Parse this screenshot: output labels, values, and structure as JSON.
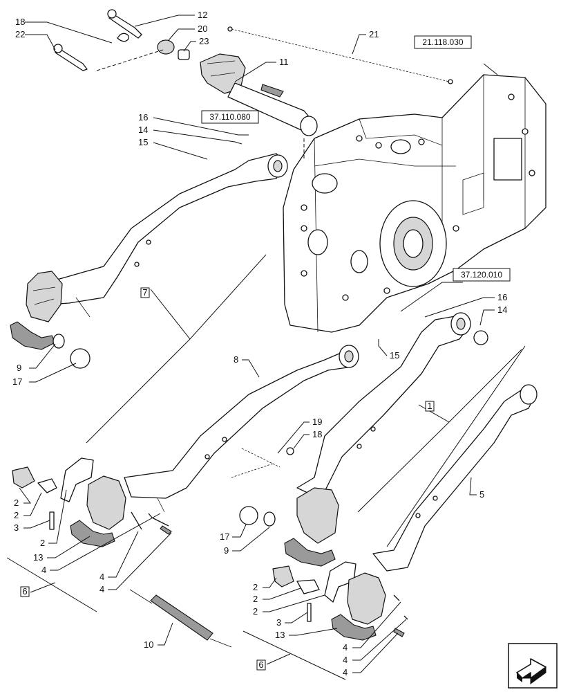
{
  "references": {
    "ref_top_right": "21.118.030",
    "ref_mid": "37.110.080",
    "ref_right": "37.120.010"
  },
  "callouts": {
    "c18_top": "18",
    "c22_top": "22",
    "c12": "12",
    "c20": "20",
    "c23": "23",
    "c21": "21",
    "c11": "11",
    "c16_left": "16",
    "c14_left": "14",
    "c15_left": "15",
    "c7": "7",
    "c9_left": "9",
    "c17_left": "17",
    "c16_right": "16",
    "c14_right": "14",
    "c15_right": "15",
    "c8": "8",
    "c1": "1",
    "c5": "5",
    "c19": "19",
    "c18_mid": "18",
    "c17_mid": "17",
    "c9_mid": "9",
    "cl_2a": "2",
    "cl_2b": "2",
    "cl_3": "3",
    "cl_2c": "2",
    "cl_13": "13",
    "cl_4a": "4",
    "cl_4b": "4",
    "cl_4c": "4",
    "c6_left": "6",
    "c10": "10",
    "cr_2a": "2",
    "cr_2b": "2",
    "cr_2c": "2",
    "cr_3": "3",
    "cr_13": "13",
    "cr_4a": "4",
    "cr_4b": "4",
    "cr_4c": "4",
    "c6_right": "6"
  },
  "icons": {
    "nav_icon": "next-page-arrow-icon"
  }
}
